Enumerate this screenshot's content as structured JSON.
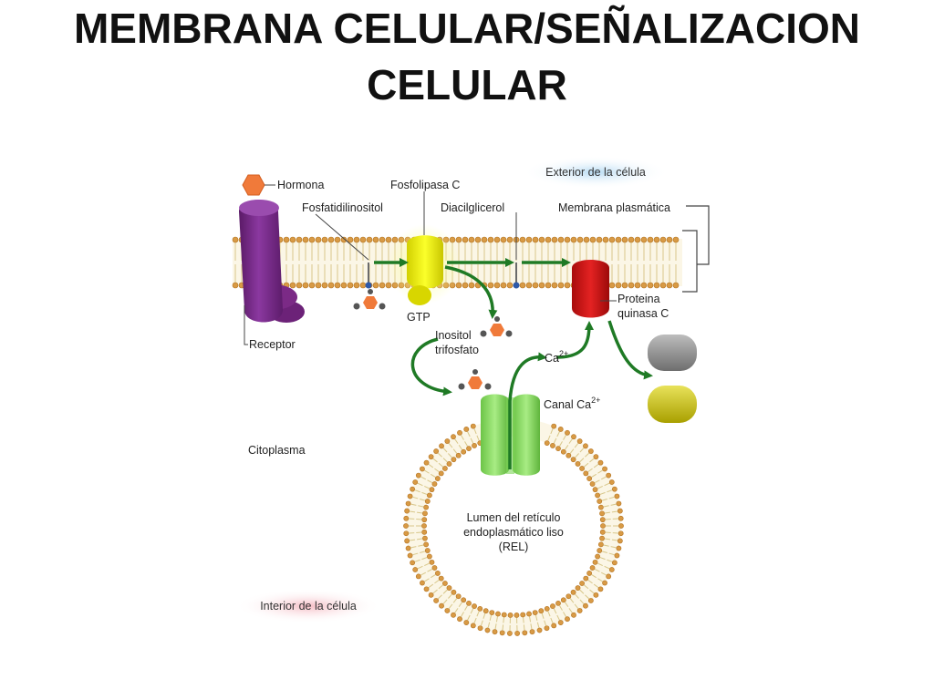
{
  "slide": {
    "title_line1": "MEMBRANA CELULAR/SEÑALIZACION",
    "title_line2": "CELULAR"
  },
  "diagram": {
    "labels": {
      "hormona": "Hormona",
      "fosfatidilinositol": "Fosfatidilinositol",
      "fosfolipasa_c": "Fosfolipasa C",
      "diacilglicerol": "Diacilglicerol",
      "membrana_plasmatica": "Membrana plasmática",
      "exterior": "Exterior de la célula",
      "receptor": "Receptor",
      "gtp": "GTP",
      "inositol_line1": "Inositol",
      "inositol_line2": "trifosfato",
      "ca_base": "Ca",
      "ca_sup": "2+",
      "proteina_line1": "Proteina",
      "proteina_line2": "quinasa C",
      "canal_base": "Canal Ca",
      "canal_sup": "2+",
      "citoplasma": "Citoplasma",
      "lumen_line1": "Lumen del retículo",
      "lumen_line2": "endoplasmático liso",
      "lumen_line3": "(REL)",
      "interior": "Interior de la célula"
    },
    "colors": {
      "receptor": "#7b2a86",
      "hormona": "#f07a3a",
      "fosfolipasa": "#f2f20a",
      "proteina_quinasa": "#d11616",
      "canal": "#7fd65a",
      "arrow": "#1f7a25",
      "exterior_pill": "#b9dcf2",
      "interior_pill": "#f6c6cc"
    }
  }
}
